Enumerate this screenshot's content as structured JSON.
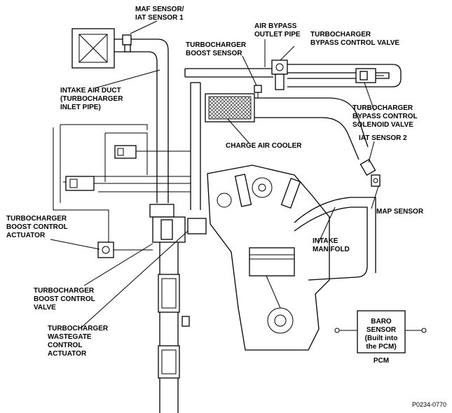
{
  "labels": {
    "maf": [
      "MAF SENSOR/",
      "IAT SENSOR 1"
    ],
    "bypass_outlet": [
      "AIR BYPASS",
      "OUTLET PIPE"
    ],
    "bypass_valve": [
      "TURBOCHARGER",
      "BYPASS CONTROL VALVE"
    ],
    "boost_sensor": [
      "TURBOCHARGER",
      "BOOST SENSOR"
    ],
    "intake_duct": [
      "INTAKE AIR DUCT",
      "(TURBOCHARGER",
      "INLET PIPE)"
    ],
    "bypass_solenoid": [
      "TURBOCHARGER",
      "BYPASS CONTROL",
      "SOLENOID VALVE"
    ],
    "cooler": [
      "CHARGE AIR COOLER"
    ],
    "iat2": [
      "IAT SENSOR 2"
    ],
    "map": [
      "MAP SENSOR"
    ],
    "boost_actuator": [
      "TURBOCHARGER",
      "BOOST CONTROL",
      "ACTUATOR"
    ],
    "manifold": [
      "INTAKE",
      "MANIFOLD"
    ],
    "boost_valve": [
      "TURBOCHARGER",
      "BOOST CONTROL",
      "VALVE"
    ],
    "wastegate": [
      "TURBOCHARGER",
      "WASTEGATE",
      "CONTROL",
      "ACTUATOR"
    ],
    "baro": [
      "BARO",
      "SENSOR",
      "(Built into",
      "the PCM)"
    ],
    "pcm": [
      "PCM"
    ],
    "figure_id": [
      "P0234-0770"
    ]
  }
}
